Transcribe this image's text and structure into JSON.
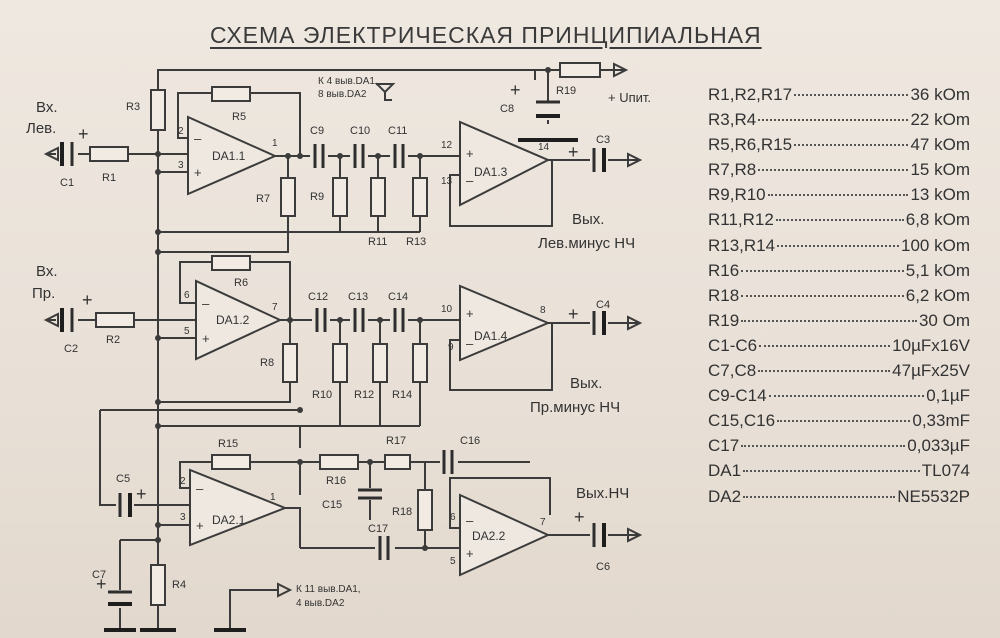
{
  "title": "СХЕМА ЭЛЕКТРИЧЕСКАЯ ПРИНЦИПИАЛЬНАЯ",
  "schematic": {
    "amps": [
      {
        "ref": "DA1.1",
        "pin_minus": "2",
        "pin_plus": "3",
        "pin_out": "1"
      },
      {
        "ref": "DA1.2",
        "pin_minus": "6",
        "pin_plus": "5",
        "pin_out": "7"
      },
      {
        "ref": "DA1.3",
        "pin_plus": "12",
        "pin_minus": "13",
        "pin_out": "14"
      },
      {
        "ref": "DA1.4",
        "pin_plus": "10",
        "pin_minus": "9",
        "pin_out": "8"
      },
      {
        "ref": "DA2.1",
        "pin_minus": "2",
        "pin_plus": "3",
        "pin_out": "1"
      },
      {
        "ref": "DA2.2",
        "pin_minus": "6",
        "pin_plus": "5",
        "pin_out": "7"
      }
    ],
    "resistors": [
      "R1",
      "R2",
      "R3",
      "R4",
      "R5",
      "R6",
      "R7",
      "R8",
      "R9",
      "R10",
      "R11",
      "R12",
      "R13",
      "R14",
      "R15",
      "R16",
      "R17",
      "R18",
      "R19"
    ],
    "capacitors": [
      "C1",
      "C2",
      "C3",
      "C4",
      "C5",
      "C6",
      "C7",
      "C8",
      "C9",
      "C10",
      "C11",
      "C12",
      "C13",
      "C14",
      "C15",
      "C16",
      "C17"
    ],
    "plus_sign": "+",
    "minus_sign": "–",
    "inputs": {
      "left_line1": "Вх.",
      "left_line2": "Лев.",
      "right_line1": "Вх.",
      "right_line2": "Пр."
    },
    "outputs": {
      "left_line1": "Вых.",
      "left_line2": "Лев.минус НЧ",
      "right_line1": "Вых.",
      "right_line2": "Пр.минус НЧ",
      "lf": "Вых.НЧ"
    },
    "power": {
      "supply": "+ Uпит.",
      "note_top_line1": "К 4 выв.DA1,",
      "note_top_line2": "8 выв.DA2",
      "note_bottom_line1": "К 11 выв.DA1,",
      "note_bottom_line2": "4 выв.DA2"
    }
  },
  "parts_list": [
    {
      "name": "R1,R2,R17",
      "value": "36  kOm"
    },
    {
      "name": "R3,R4",
      "value": "22 kOm"
    },
    {
      "name": "R5,R6,R15",
      "value": "47 kOm"
    },
    {
      "name": "R7,R8",
      "value": "15 kOm"
    },
    {
      "name": "R9,R10",
      "value": "13 kOm"
    },
    {
      "name": "R11,R12",
      "value": "6,8 kOm"
    },
    {
      "name": "R13,R14",
      "value": "100 kOm"
    },
    {
      "name": "R16",
      "value": "5,1 kOm"
    },
    {
      "name": "R18",
      "value": "6,2 kOm"
    },
    {
      "name": "R19",
      "value": "30 Om"
    },
    {
      "name": "C1-C6",
      "value": "10µFx16V"
    },
    {
      "name": "C7,C8",
      "value": "47µFx25V"
    },
    {
      "name": "C9-C14",
      "value": "0,1µF"
    },
    {
      "name": "C15,C16",
      "value": "0,33mF"
    },
    {
      "name": "C17",
      "value": "0,033µF"
    },
    {
      "name": "DA1",
      "value": "TL074"
    },
    {
      "name": "DA2",
      "value": "NE5532P"
    }
  ]
}
